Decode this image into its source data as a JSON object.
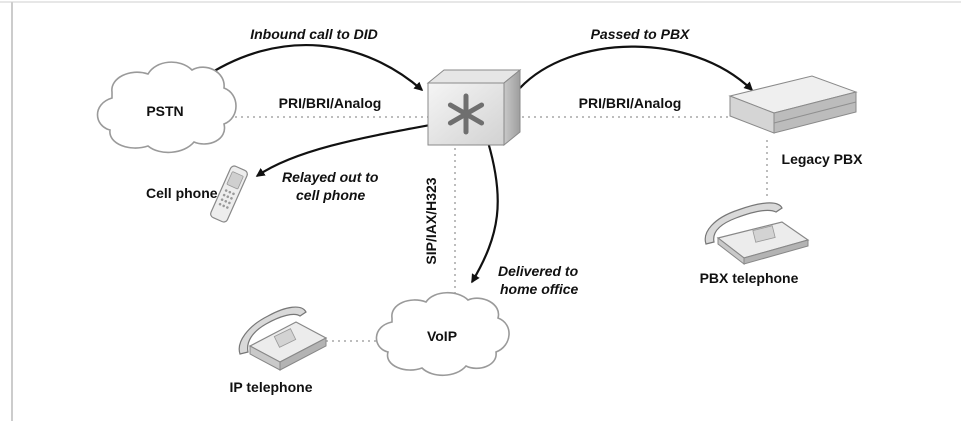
{
  "nodes": {
    "pstn": "PSTN",
    "voip": "VoIP",
    "cell_phone": "Cell phone",
    "legacy_pbx": "Legacy PBX",
    "pbx_telephone": "PBX telephone",
    "ip_telephone": "IP telephone"
  },
  "links": {
    "pstn_to_switch": "PRI/BRI/Analog",
    "switch_to_pbx": "PRI/BRI/Analog",
    "switch_to_voip": "SIP/IAX/H323"
  },
  "call_flows": {
    "inbound": "Inbound call to DID",
    "passed": "Passed to PBX",
    "relayed_line1": "Relayed out to",
    "relayed_line2": "cell phone",
    "delivered_line1": "Delivered to",
    "delivered_line2": "home office"
  },
  "colors": {
    "line": "#111111",
    "dotted": "#bdbdbd",
    "device_light": "#ececec",
    "device_dark": "#b5b5b5"
  }
}
